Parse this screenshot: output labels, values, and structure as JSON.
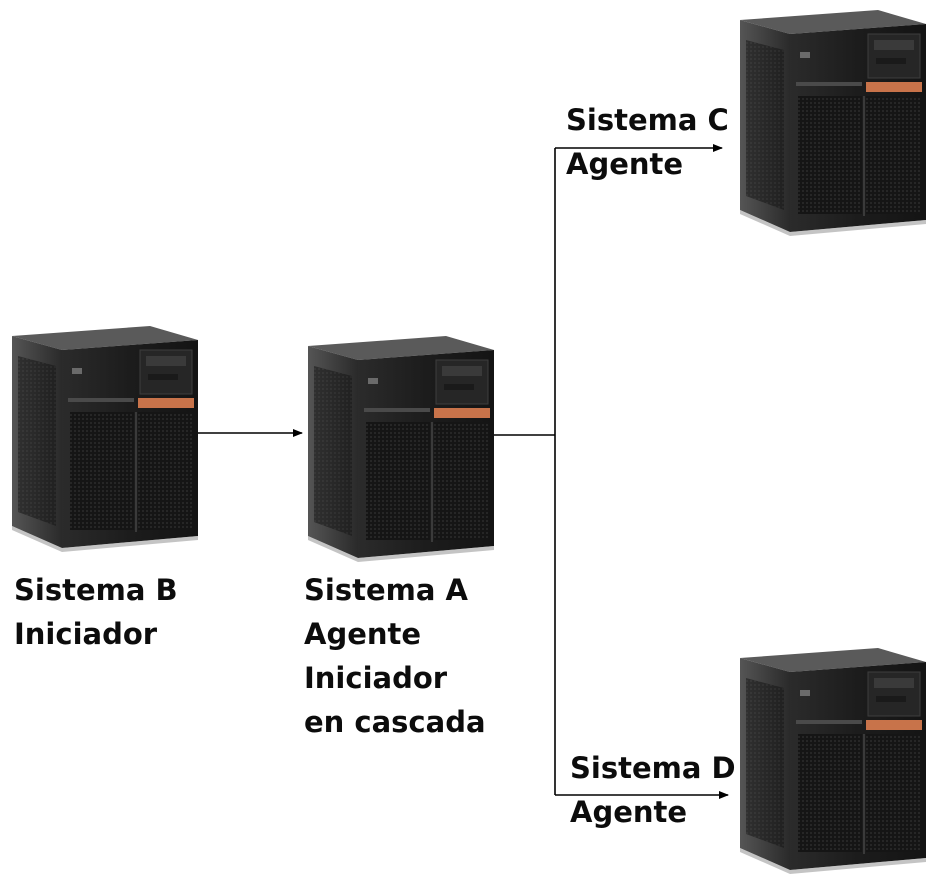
{
  "nodes": {
    "system_b": {
      "line1": "Sistema B",
      "line2": "Iniciador"
    },
    "system_a": {
      "line1": "Sistema A",
      "line2": "Agente",
      "line3": "Iniciador",
      "line4": "en cascada"
    },
    "system_c": {
      "line1": "Sistema C",
      "line2": "Agente"
    },
    "system_d": {
      "line1": "Sistema D",
      "line2": "Agente"
    }
  },
  "colors": {
    "server_front": "#1f1f1f",
    "server_side": "#3a3a3a",
    "server_top": "#4a4a4a",
    "accent_stripe": "#c8734a",
    "connector": "#000000",
    "label_text": "#0c0c0c"
  }
}
